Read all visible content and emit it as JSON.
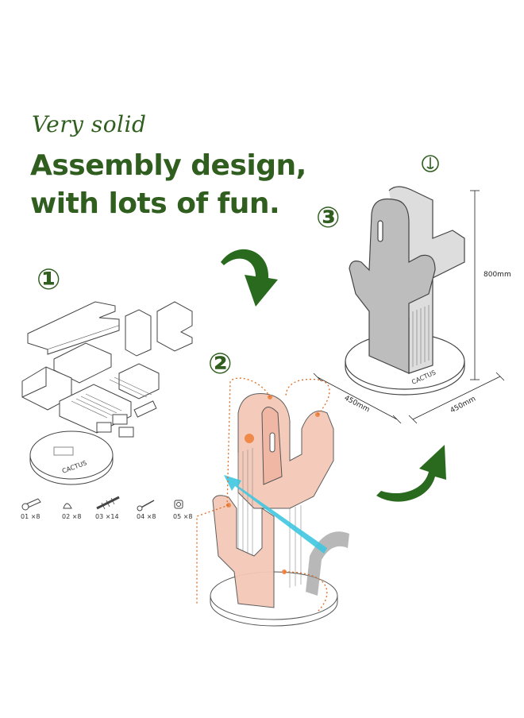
{
  "tagline": "Very solid",
  "headline": {
    "line1": "Assembly design,",
    "line2": "with lots of fun."
  },
  "steps": {
    "one": "①",
    "two": "②",
    "three": "③"
  },
  "dimensions": {
    "height": "800mm",
    "width_left": "450mm",
    "width_right": "450mm"
  },
  "base_brand": "CACTUS",
  "parts": [
    {
      "label": "01 ×8"
    },
    {
      "label": "02 ×8"
    },
    {
      "label": "03 ×14"
    },
    {
      "label": "04 ×8"
    },
    {
      "label": "05 ×8"
    }
  ],
  "colors": {
    "green": "#2f5e1f",
    "pink": "#f4c9b8",
    "arrow": "#2a6a1e",
    "cyan": "#3fc6e0",
    "dotted": "#e06a20"
  }
}
